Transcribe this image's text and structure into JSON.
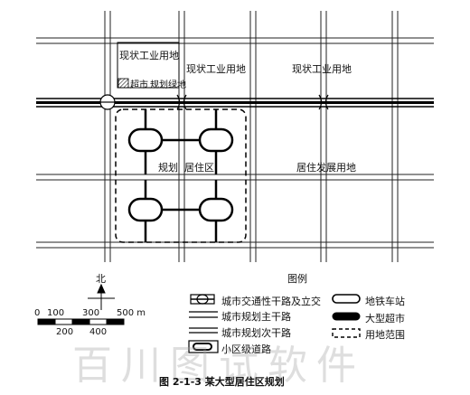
{
  "figure": {
    "caption": "图 2-1-3   某大型居住区规划"
  },
  "map": {
    "labels": {
      "industrial_existing_boxed": "现状工业用地",
      "industrial_existing_2": "现状工业用地",
      "industrial_existing_3": "现状工业用地",
      "supermarket": "超市",
      "planned_green": "规划绿地",
      "planned_residential_a": "规划",
      "planned_residential_b": "居住区",
      "residential_development": "居住发展用地"
    }
  },
  "compass": {
    "north": "北"
  },
  "scale_bar": {
    "ticks_top": [
      "0",
      "100",
      "300",
      "500 m"
    ],
    "ticks_bottom": [
      "200",
      "400"
    ]
  },
  "legend": {
    "title": "图例",
    "items": [
      {
        "label": "城市交通性干路及立交",
        "symbol": "arterial-with-interchange-symbol"
      },
      {
        "label": "城市规划主干路",
        "symbol": "main-road-symbol"
      },
      {
        "label": "城市规划次干路",
        "symbol": "secondary-road-symbol"
      },
      {
        "label": "小区级道路",
        "symbol": "local-road-symbol"
      },
      {
        "label": "地铁车站",
        "symbol": "subway-station-symbol"
      },
      {
        "label": "大型超市",
        "symbol": "supermarket-symbol"
      },
      {
        "label": "用地范围",
        "symbol": "boundary-dashed-symbol"
      }
    ]
  },
  "watermark": "百川图试软件"
}
